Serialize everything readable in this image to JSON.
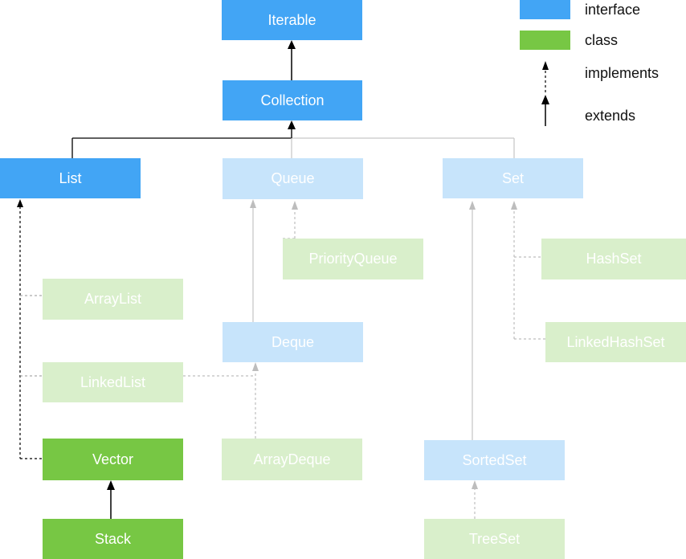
{
  "legend": {
    "interface": "interface",
    "class": "class",
    "implements": "implements",
    "extends": "extends"
  },
  "colors": {
    "interface": "#42a5f5",
    "class": "#77c744",
    "interface_faded": "#c7e4fb",
    "class_faded": "#d9efcb"
  },
  "nodes": {
    "iterable": "Iterable",
    "collection": "Collection",
    "list": "List",
    "queue": "Queue",
    "set": "Set",
    "priority_queue": "PriorityQueue",
    "hash_set": "HashSet",
    "array_list": "ArrayList",
    "deque": "Deque",
    "linked_hash_set": "LinkedHashSet",
    "linked_list": "LinkedList",
    "vector": "Vector",
    "array_deque": "ArrayDeque",
    "sorted_set": "SortedSet",
    "stack": "Stack",
    "tree_set": "TreeSet"
  }
}
